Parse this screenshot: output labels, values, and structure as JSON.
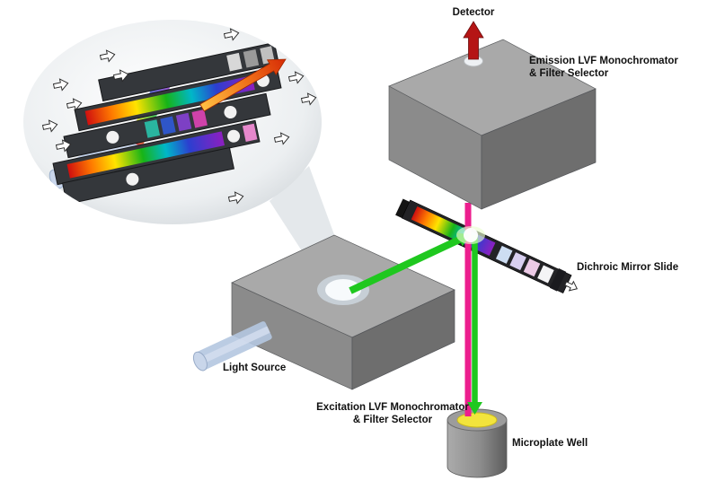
{
  "diagram": {
    "labels": {
      "detector": "Detector",
      "emission_monochromator_line1": "Emission LVF Monochromator",
      "emission_monochromator_line2": "& Filter Selector",
      "dichroic_mirror": "Dichroic Mirror Slide",
      "light_source": "Light Source",
      "excitation_monochromator_line1": "Excitation LVF Monochromator",
      "excitation_monochromator_line2": "& Filter Selector",
      "microplate_well": "Microplate Well"
    },
    "colors": {
      "excitation_beam_green": "#1fc81f",
      "emission_beam_magenta": "#ec1e8e",
      "detector_arrow_red": "#b51515",
      "dispersed_arrow_orange": "#e8581a",
      "well_yellow": "#f2e43c",
      "box_gray": "#8b8b8b",
      "light_pipe_blue": "#b4c6e0",
      "background": "#ffffff"
    }
  }
}
